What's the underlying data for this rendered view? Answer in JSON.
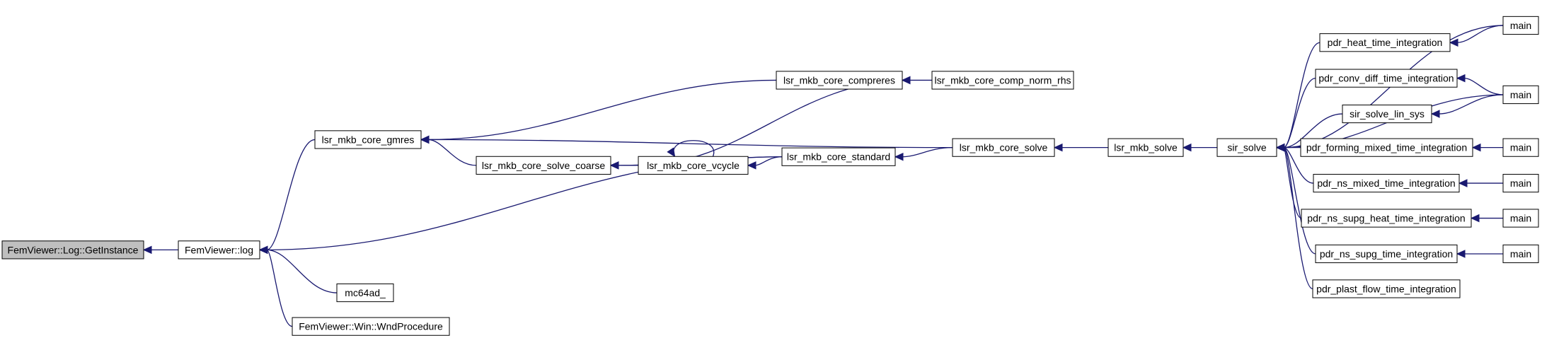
{
  "nodes": [
    {
      "id": "getinstance",
      "label": "FemViewer::Log::GetInstance",
      "selected": true
    },
    {
      "id": "log",
      "label": "FemViewer::log"
    },
    {
      "id": "gmres",
      "label": "lsr_mkb_core_gmres"
    },
    {
      "id": "mc64ad",
      "label": "mc64ad_"
    },
    {
      "id": "wndproc",
      "label": "FemViewer::Win::WndProcedure"
    },
    {
      "id": "solve_coarse",
      "label": "lsr_mkb_core_solve_coarse"
    },
    {
      "id": "compreres",
      "label": "lsr_mkb_core_compreres"
    },
    {
      "id": "vcycle",
      "label": "lsr_mkb_core_vcycle"
    },
    {
      "id": "standard",
      "label": "lsr_mkb_core_standard"
    },
    {
      "id": "comp_norm_rhs",
      "label": "lsr_mkb_core_comp_norm_rhs"
    },
    {
      "id": "core_solve",
      "label": "lsr_mkb_core_solve"
    },
    {
      "id": "mkb_solve",
      "label": "lsr_mkb_solve"
    },
    {
      "id": "sir_solve",
      "label": "sir_solve"
    },
    {
      "id": "heat",
      "label": "pdr_heat_time_integration"
    },
    {
      "id": "conv_diff",
      "label": "pdr_conv_diff_time_integration"
    },
    {
      "id": "lin_sys",
      "label": "sir_solve_lin_sys"
    },
    {
      "id": "forming",
      "label": "pdr_forming_mixed_time_integration"
    },
    {
      "id": "ns_mixed",
      "label": "pdr_ns_mixed_time_integration"
    },
    {
      "id": "ns_supg_heat",
      "label": "pdr_ns_supg_heat_time_integration"
    },
    {
      "id": "ns_supg",
      "label": "pdr_ns_supg_time_integration"
    },
    {
      "id": "plast_flow",
      "label": "pdr_plast_flow_time_integration"
    },
    {
      "id": "main1",
      "label": "main"
    },
    {
      "id": "main2",
      "label": "main"
    },
    {
      "id": "main3",
      "label": "main"
    },
    {
      "id": "main4",
      "label": "main"
    },
    {
      "id": "main5",
      "label": "main"
    },
    {
      "id": "main6",
      "label": "main"
    }
  ],
  "edges": [
    {
      "from": "log",
      "to": "getinstance"
    },
    {
      "from": "gmres",
      "to": "log"
    },
    {
      "from": "mc64ad",
      "to": "log"
    },
    {
      "from": "wndproc",
      "to": "log"
    },
    {
      "from": "standard",
      "to": "log"
    },
    {
      "from": "compreres",
      "to": "gmres"
    },
    {
      "from": "solve_coarse",
      "to": "gmres"
    },
    {
      "from": "core_solve",
      "to": "gmres"
    },
    {
      "from": "vcycle",
      "to": "solve_coarse"
    },
    {
      "from": "standard",
      "to": "solve_coarse"
    },
    {
      "from": "vcycle",
      "to": "compreres"
    },
    {
      "from": "comp_norm_rhs",
      "to": "compreres"
    },
    {
      "from": "vcycle",
      "to": "vcycle"
    },
    {
      "from": "standard",
      "to": "vcycle"
    },
    {
      "from": "core_solve",
      "to": "standard"
    },
    {
      "from": "mkb_solve",
      "to": "core_solve"
    },
    {
      "from": "sir_solve",
      "to": "mkb_solve"
    },
    {
      "from": "main1",
      "to": "sir_solve"
    },
    {
      "from": "heat",
      "to": "sir_solve"
    },
    {
      "from": "conv_diff",
      "to": "sir_solve"
    },
    {
      "from": "main2",
      "to": "sir_solve"
    },
    {
      "from": "lin_sys",
      "to": "sir_solve"
    },
    {
      "from": "forming",
      "to": "sir_solve"
    },
    {
      "from": "ns_mixed",
      "to": "sir_solve"
    },
    {
      "from": "ns_supg_heat",
      "to": "sir_solve"
    },
    {
      "from": "ns_supg",
      "to": "sir_solve"
    },
    {
      "from": "plast_flow",
      "to": "sir_solve"
    },
    {
      "from": "main1",
      "to": "heat"
    },
    {
      "from": "main2",
      "to": "conv_diff"
    },
    {
      "from": "main2",
      "to": "lin_sys"
    },
    {
      "from": "main3",
      "to": "forming"
    },
    {
      "from": "main4",
      "to": "ns_mixed"
    },
    {
      "from": "main5",
      "to": "ns_supg_heat"
    },
    {
      "from": "main6",
      "to": "ns_supg"
    }
  ],
  "colors": {
    "edge": "#191970",
    "node_border": "#000000",
    "node_fill": "#ffffff",
    "selected_fill": "#bfbfbf"
  }
}
